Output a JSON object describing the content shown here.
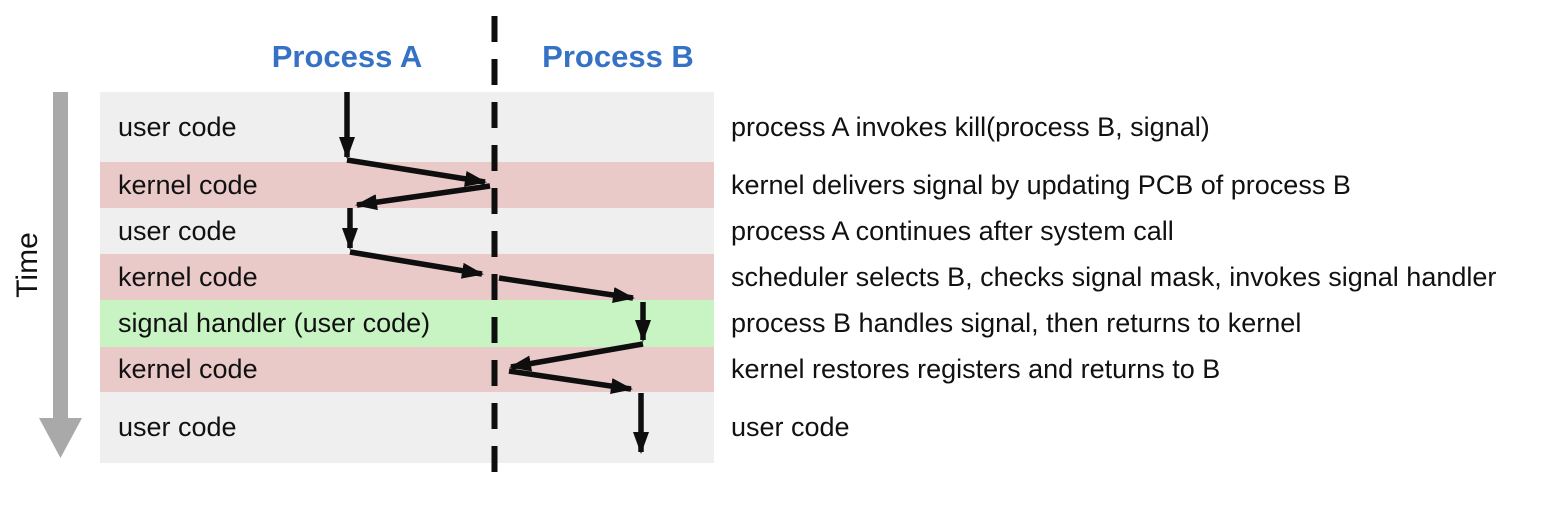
{
  "headers": {
    "process_a": "Process A",
    "process_b": "Process B"
  },
  "time_axis": {
    "label": "Time"
  },
  "rows": [
    {
      "label": "user code",
      "type": "user",
      "annotation": "process A invokes kill(process B, signal)"
    },
    {
      "label": "kernel code",
      "type": "kernel",
      "annotation": "kernel delivers signal by updating PCB of process B"
    },
    {
      "label": "user code",
      "type": "user",
      "annotation": "process A continues after system call"
    },
    {
      "label": "kernel code",
      "type": "kernel",
      "annotation": "scheduler selects B, checks signal mask, invokes signal handler"
    },
    {
      "label": "signal handler (user code)",
      "type": "signal_handler",
      "annotation": "process B handles signal, then returns to kernel"
    },
    {
      "label": "kernel code",
      "type": "kernel",
      "annotation": "kernel restores registers and returns to B"
    },
    {
      "label": "user code",
      "type": "user",
      "annotation": "user code"
    }
  ],
  "colors": {
    "user_band": "#efefef",
    "kernel_band": "#eac9c9",
    "signal_handler_band": "#c8f4c3",
    "header_text": "#3571c4",
    "time_arrow": "#a9a9a9",
    "flow_arrow": "#0e0e0e",
    "divider_line": "#0e0e0e"
  }
}
